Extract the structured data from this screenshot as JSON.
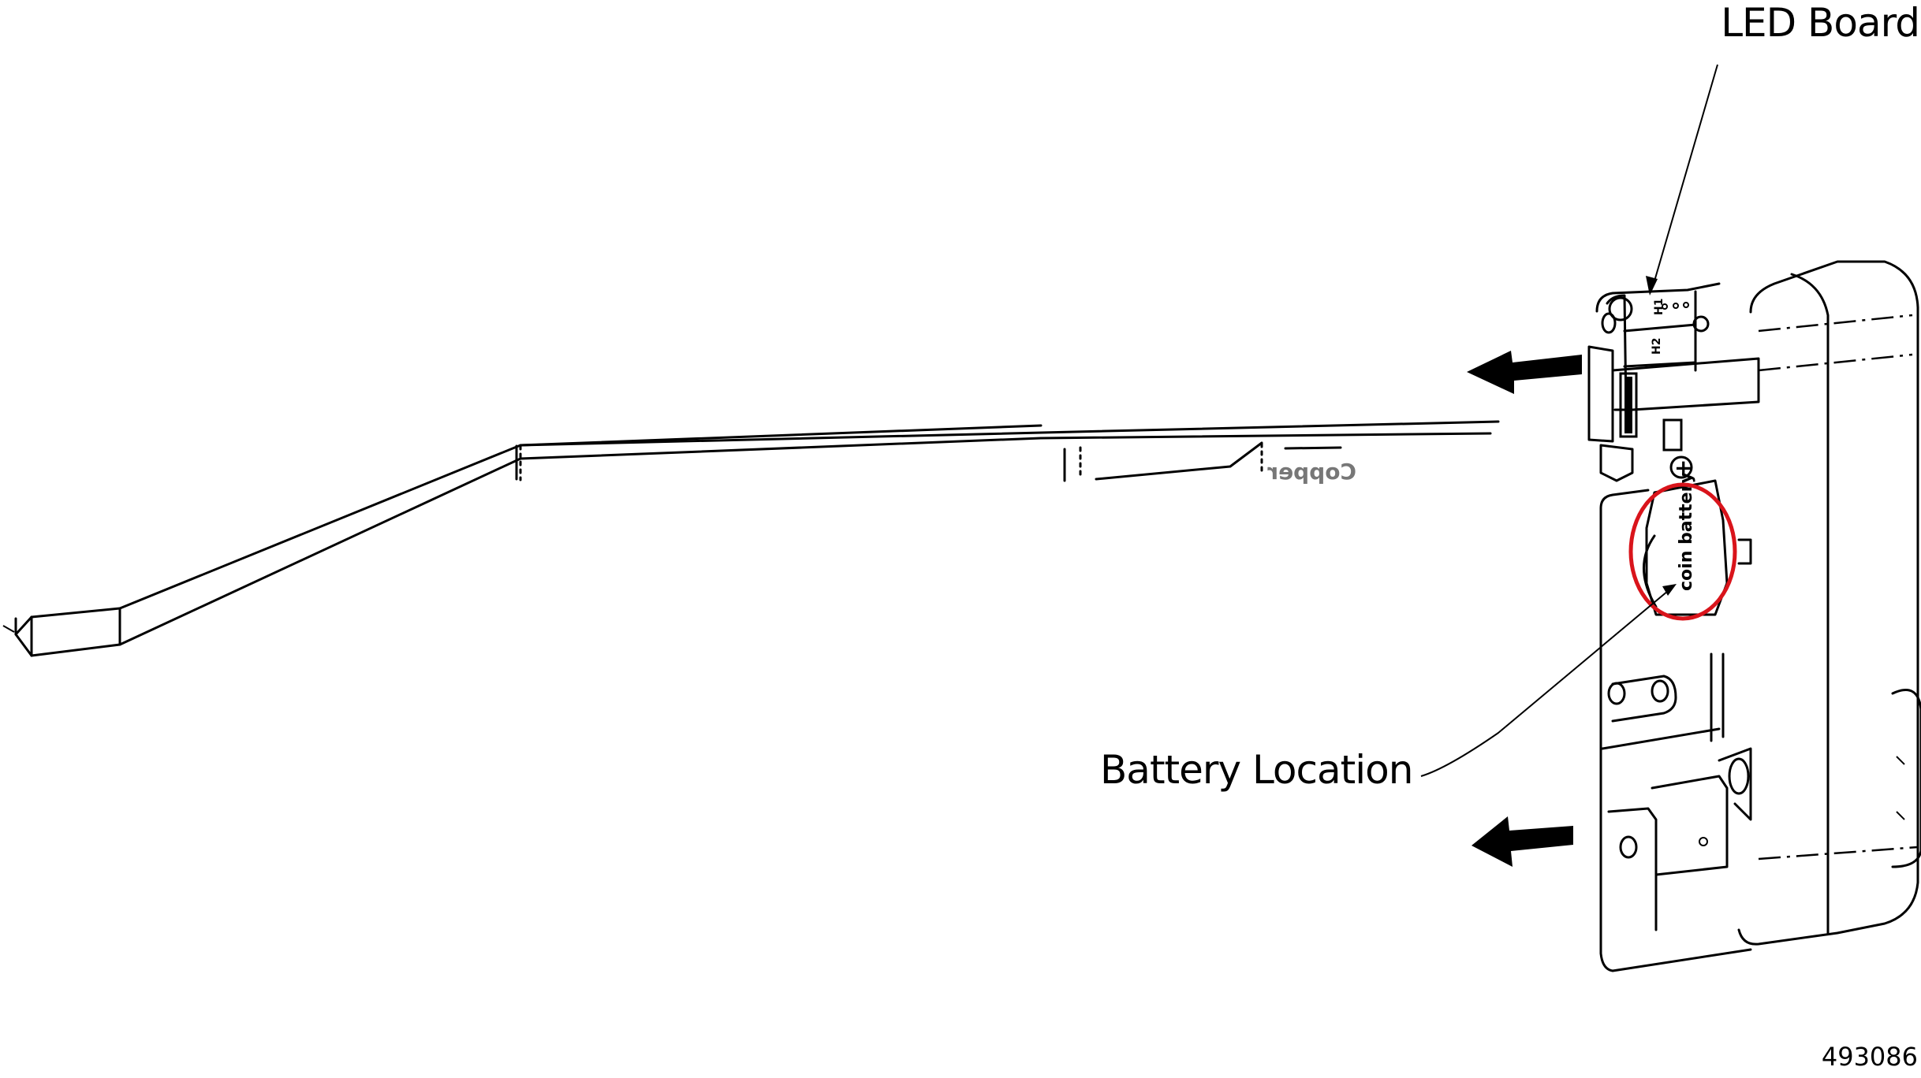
{
  "diagram": {
    "labels": {
      "led_board": "LED Board",
      "battery_location": "Battery Location",
      "part_number": "493086"
    },
    "component_text": {
      "battery_marking": "coin battery",
      "connector_h1": "H1",
      "connector_h2": "H2",
      "cable_marking_mirrored": "Copper",
      "plus_symbol": "+"
    },
    "arrows": [
      {
        "name": "upper-removal-arrow",
        "direction": "left"
      },
      {
        "name": "lower-removal-arrow",
        "direction": "left"
      }
    ],
    "colors": {
      "line": "#000000",
      "highlight": "#d9141b",
      "background": "#ffffff",
      "secondary_line": "#555555"
    }
  }
}
